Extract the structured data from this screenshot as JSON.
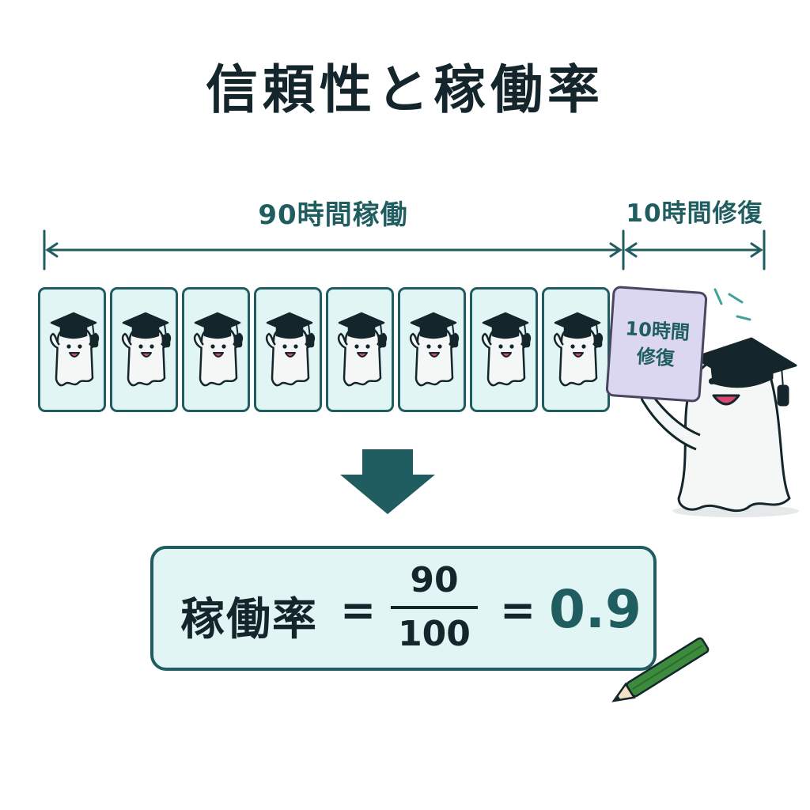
{
  "title": "信頼性と稼働率",
  "timeline": {
    "uptime_label": "90時間稼働",
    "repair_label": "10時間修復",
    "uptime_hours": 90,
    "repair_hours": 10,
    "cells": [
      {
        "state": "working"
      },
      {
        "state": "working"
      },
      {
        "state": "working"
      },
      {
        "state": "working"
      },
      {
        "state": "working"
      },
      {
        "state": "working"
      },
      {
        "state": "working"
      },
      {
        "state": "working"
      }
    ]
  },
  "repair_card": {
    "line1": "10時間",
    "line2": "修復"
  },
  "formula": {
    "lhs": "稼働率",
    "equals": "=",
    "numerator": "90",
    "denominator": "100",
    "result": "0.9"
  },
  "colors": {
    "accent": "#1f5d61",
    "ink": "#14262b",
    "cell_fill": "#e2f5f5",
    "repair_fill": "#dcd7f0",
    "pencil": "#3c8a3c"
  },
  "icons": [
    "ghost-graduate-icon",
    "down-arrow-icon",
    "pencil-icon",
    "mortarboard-icon"
  ]
}
